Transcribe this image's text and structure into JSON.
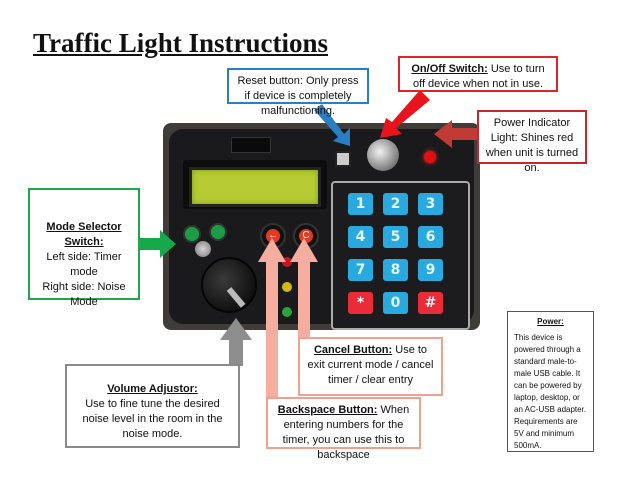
{
  "title": "Traffic Light Instructions",
  "callouts": {
    "reset": "Reset button: Only press if device is completely malfunctioning.",
    "onoff_heading": "On/Off Switch:",
    "onoff_text": " Use to turn off device when not in use.",
    "power_light": "Power Indicator Light: Shines red when unit is turned on.",
    "mode_heading": "Mode Selector Switch:",
    "mode_line1": "Left side: Timer mode",
    "mode_line2": "Right side: Noise Mode",
    "volume_heading": "Volume Adjustor:",
    "volume_text": "Use to fine tune the desired noise level in the room in the noise mode.",
    "cancel_heading": "Cancel Button:",
    "cancel_text": " Use to exit current mode / cancel timer / clear entry",
    "backspace_heading": "Backspace Button:",
    "backspace_text": " When entering numbers for the timer, you can use this to backspace",
    "power_heading": "Power:",
    "power_text": "This device is powered through a standard male-to-male USB cable. It can be powered by laptop, desktop, or an AC-USB adapter. Requirements are 5V and minimum 500mA."
  },
  "device": {
    "keypad": [
      "1",
      "2",
      "3",
      "4",
      "5",
      "6",
      "7",
      "8",
      "9",
      "*",
      "0",
      "#"
    ],
    "backspace_symbol": "←",
    "cancel_symbol": "C"
  },
  "colors": {
    "reset_border": "#2a7ec4",
    "onoff_border": "#d8262b",
    "mode_border": "#20a64d",
    "volume_border": "#8a8a8a",
    "button_border": "#f0a090"
  }
}
